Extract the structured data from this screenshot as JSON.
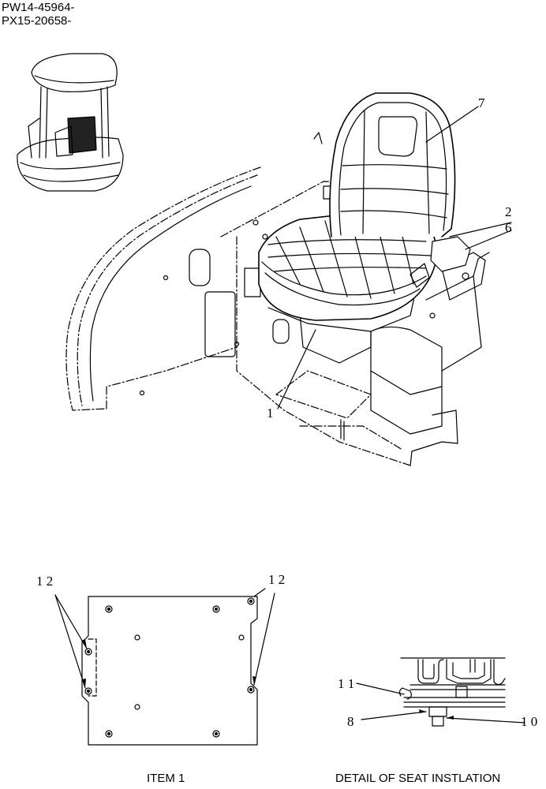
{
  "header": {
    "line1": "PW14-45964-",
    "line2": "PX15-20658-"
  },
  "callouts": {
    "seat": "7",
    "part2": "2",
    "part6": "6",
    "part1": "1",
    "item1_left": "1 2",
    "item1_right": "1 2",
    "detail_11": "1 1",
    "detail_8": "8",
    "detail_10": "1 0"
  },
  "captions": {
    "item1": "ITEM 1",
    "detail": "DETAIL OF SEAT INSTLATION"
  },
  "colors": {
    "line": "#000000",
    "background": "#ffffff"
  }
}
